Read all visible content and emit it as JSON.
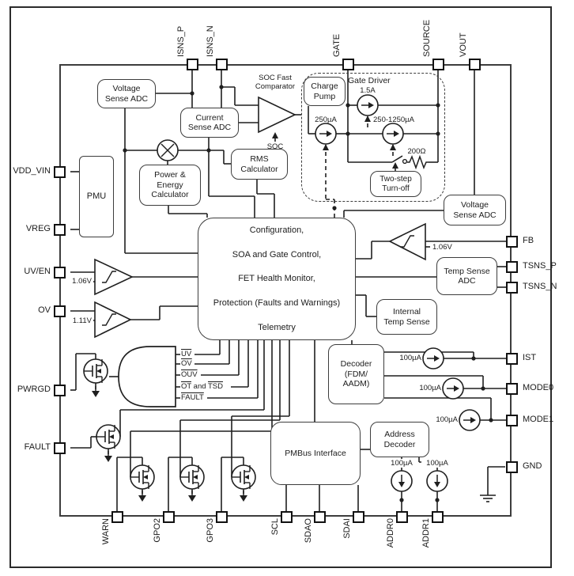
{
  "pins": {
    "top": [
      "ISNS_P",
      "ISNS_N",
      "GATE",
      "SOURCE",
      "VOUT"
    ],
    "left": [
      "VDD_VIN",
      "VREG",
      "UV/EN",
      "OV",
      "PWRGD",
      "FAULT"
    ],
    "right": [
      "FB",
      "TSNS_P",
      "TSNS_N",
      "IST",
      "MODE0",
      "MODE1",
      "GND"
    ],
    "bottom": [
      "WARN",
      "GPO2",
      "GPO3",
      "SCL",
      "SDAO",
      "SDAI",
      "ADDR0",
      "ADDR1"
    ]
  },
  "blocks": {
    "voltage_sense_adc_left": {
      "lines": [
        "Voltage",
        "Sense ADC"
      ]
    },
    "current_sense_adc": {
      "lines": [
        "Current",
        "Sense ADC"
      ]
    },
    "rms_calculator": {
      "lines": [
        "RMS",
        "Calculator"
      ]
    },
    "power_energy_calculator": {
      "lines": [
        "Power &",
        "Energy",
        "Calculator"
      ]
    },
    "pmu": {
      "label": "PMU"
    },
    "charge_pump": {
      "lines": [
        "Charge",
        "Pump"
      ]
    },
    "two_step_turnoff": {
      "lines": [
        "Two-step",
        "Turn-off"
      ]
    },
    "voltage_sense_adc_right": {
      "lines": [
        "Voltage",
        "Sense ADC"
      ]
    },
    "temp_sense_adc": {
      "lines": [
        "Temp Sense",
        "ADC"
      ]
    },
    "internal_temp_sense": {
      "lines": [
        "Internal",
        "Temp Sense"
      ]
    },
    "central": {
      "lines": [
        "Configuration,",
        "SOA and Gate Control,",
        "FET Health Monitor,",
        "Protection (Faults and Warnings)",
        "Telemetry"
      ]
    },
    "decoder": {
      "lines": [
        "Decoder",
        "(FDM/",
        "AADM)"
      ]
    },
    "pmbus": {
      "label": "PMBus Interface"
    },
    "address_decoder": {
      "lines": [
        "Address",
        "Decoder"
      ]
    }
  },
  "annotations": {
    "soc_fast_comparator_l1": "SOC Fast",
    "soc_fast_comparator_l2": "Comparator",
    "soc": "SOC",
    "gate_driver": "Gate Driver",
    "cs_1p5a": "1.5A",
    "cs_250ua": "250µA",
    "cs_250_1250ua": "250-1250µA",
    "res_200ohm": "200Ω",
    "uv_ref": "1.06V",
    "ov_ref": "1.11V",
    "fb_ref": "1.06V",
    "i100_ist": "100µA",
    "i100_mode0": "100µA",
    "i100_mode1": "100µA",
    "i100_addr0": "100µA",
    "i100_addr1": "100µA"
  },
  "and_gate": {
    "inputs": [
      [
        {
          "text": "UV",
          "bar": true
        }
      ],
      [
        {
          "text": "OV",
          "bar": true
        }
      ],
      [
        {
          "text": "OUV",
          "bar": true
        }
      ],
      [
        {
          "text": "OT",
          "bar": true
        },
        {
          "text": " and ",
          "bar": false
        },
        {
          "text": "TSD",
          "bar": true
        }
      ],
      [
        {
          "text": "FAULT",
          "bar": true
        }
      ]
    ]
  },
  "colors": {
    "line": "#1f1f1f",
    "box_border": "#3d3d3d",
    "background": "#ffffff"
  }
}
